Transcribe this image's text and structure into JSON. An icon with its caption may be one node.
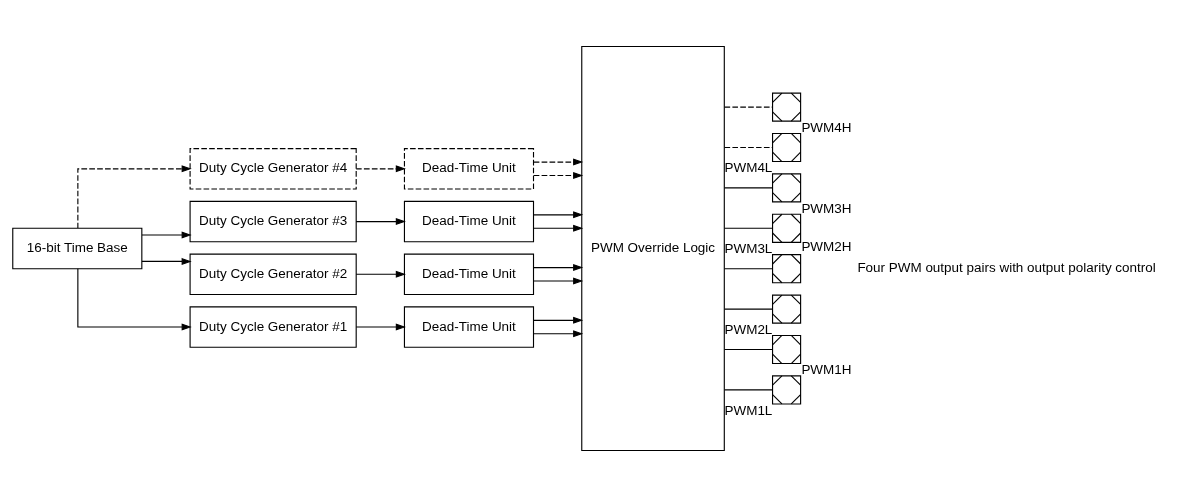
{
  "diagram": {
    "nodes": [
      {
        "text": [
          "16-bit Time Base"
        ]
      },
      {
        "text": [
          "Duty Cycle Generator #4"
        ]
      },
      {
        "text": [
          "Duty Cycle Generator #3"
        ]
      },
      {
        "text": [
          "Duty Cycle Generator #2"
        ]
      },
      {
        "text": [
          "Duty Cycle Generator #1"
        ]
      },
      {
        "text": [
          "Dead-Time Unit"
        ]
      },
      {
        "text": [
          "Dead-Time Unit"
        ]
      },
      {
        "text": [
          "Dead-Time Unit"
        ]
      },
      {
        "text": [
          "Dead-Time Unit"
        ]
      },
      {
        "text": [
          "PWM Override Logic"
        ]
      },
      {
        "text": [],
        "shape": "box",
        "beside": [
          "PWM4H"
        ]
      },
      {
        "text": [],
        "shape": "box",
        "beside": [
          "PWM4L"
        ]
      },
      {
        "text": [],
        "shape": "box",
        "beside": [
          "PWM3H"
        ]
      },
      {
        "text": [],
        "shape": "box",
        "beside": [
          "PWM3L"
        ]
      },
      {
        "text": [],
        "shape": "box",
        "beside": [
          "PWM2H"
        ]
      },
      {
        "text": [],
        "shape": "box",
        "beside": [
          "PWM2L"
        ]
      },
      {
        "text": [],
        "shape": "box",
        "beside": [
          "PWM1H"
        ]
      },
      {
        "text": [],
        "shape": "box",
        "beside": [
          "PWM1L"
        ]
      }
    ],
    "edges": [
      {
        "from": 0,
        "to": 1,
        "arrow": "to",
        "style": "dashed"
      },
      {
        "from": 0,
        "to": 2,
        "arrow": "to"
      },
      {
        "from": 0,
        "to": 3,
        "arrow": "to"
      },
      {
        "from": 0,
        "to": 4,
        "arrow": "to"
      },
      {
        "from": 1,
        "to": 5,
        "arrow": "to",
        "style": "dashed"
      },
      {
        "from": 2,
        "to": 6,
        "arrow": "to"
      },
      {
        "from": 3,
        "to": 7,
        "arrow": "to"
      },
      {
        "from": 4,
        "to": 8,
        "arrow": "to"
      },
      {
        "from": 5,
        "to": 9,
        "arrow": "to",
        "style": "dashed"
      },
      {
        "from": 5,
        "to": 9,
        "arrow": "to",
        "style": "dashed"
      },
      {
        "from": 6,
        "to": 9,
        "arrow": "to"
      },
      {
        "from": 6,
        "to": 9,
        "arrow": "to"
      },
      {
        "from": 7,
        "to": 9,
        "arrow": "to"
      },
      {
        "from": 7,
        "to": 9,
        "arrow": "to"
      },
      {
        "from": 8,
        "to": 9,
        "arrow": "to"
      },
      {
        "from": 8,
        "to": 9,
        "arrow": "to"
      },
      {
        "from": 9,
        "to": 10,
        "arrow": "none",
        "style": "dashed"
      },
      {
        "from": 9,
        "to": 11,
        "arrow": "none",
        "style": "dashed"
      },
      {
        "from": 9,
        "to": 12,
        "arrow": "none"
      },
      {
        "from": 9,
        "to": 13,
        "arrow": "none"
      },
      {
        "from": 9,
        "to": 14,
        "arrow": "none"
      },
      {
        "from": 9,
        "to": 15,
        "arrow": "none"
      },
      {
        "from": 9,
        "to": 16,
        "arrow": "none"
      },
      {
        "from": 9,
        "to": 17,
        "arrow": "none"
      }
    ],
    "labels": [
      "Four PWM output pairs with output polarity control"
    ]
  }
}
